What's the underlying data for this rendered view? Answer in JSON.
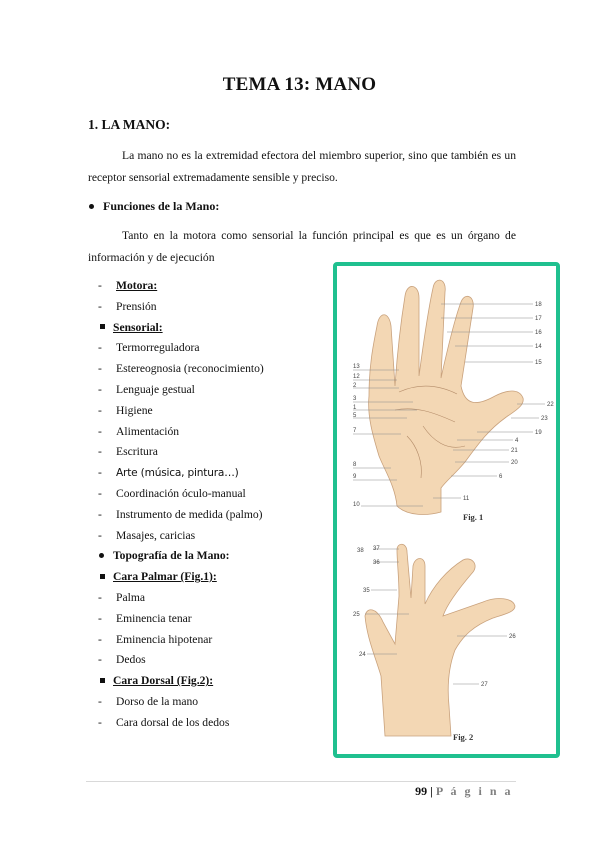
{
  "title": "TEMA 13: MANO",
  "section": "1.  LA MANO:",
  "intro": "La mano no es la extremidad efectora del miembro superior, sino que también es un receptor sensorial extremadamente sensible y preciso.",
  "funciones_head": "Funciones de la Mano:",
  "funciones_text": "Tanto en la motora como sensorial la función principal es que es un órgano de información y de ejecución",
  "items": [
    {
      "type": "dash-u",
      "text": "Motora:"
    },
    {
      "type": "dash",
      "text": "Prensión"
    },
    {
      "type": "sq-u",
      "text": "Sensorial:"
    },
    {
      "type": "dash",
      "text": "Termorreguladora"
    },
    {
      "type": "dash",
      "text": "Estereognosia (reconocimiento)"
    },
    {
      "type": "dash",
      "text": "Lenguaje gestual"
    },
    {
      "type": "dash",
      "text": "Higiene"
    },
    {
      "type": "dash",
      "text": "Alimentación"
    },
    {
      "type": "dash",
      "text": "Escritura"
    },
    {
      "type": "dash-cond",
      "text": "Arte (música, pintura…)"
    },
    {
      "type": "dash",
      "text": "Coordinación óculo-manual"
    },
    {
      "type": "dash",
      "text": "Instrumento de medida (palmo)"
    },
    {
      "type": "dash",
      "text": "Masajes, caricias"
    },
    {
      "type": "bullet-b",
      "text": "Topografía de la Mano:"
    },
    {
      "type": "sq-u",
      "text": "Cara Palmar (Fig.1):"
    },
    {
      "type": "dash",
      "text": "Palma"
    },
    {
      "type": "dash",
      "text": "Eminencia tenar"
    },
    {
      "type": "dash",
      "text": "Eminencia hipotenar"
    },
    {
      "type": "dash",
      "text": "Dedos"
    },
    {
      "type": "sq-u",
      "text": "Cara Dorsal (Fig.2):"
    },
    {
      "type": "dash",
      "text": "Dorso de la mano"
    },
    {
      "type": "dash",
      "text": "Cara dorsal de los dedos"
    }
  ],
  "figure": {
    "fig1_label": "Fig. 1",
    "fig2_label": "Fig. 2",
    "fig1_right_numbers": [
      "18",
      "17",
      "16",
      "14",
      "15",
      "22",
      "23",
      "19",
      "4",
      "21",
      "20",
      "6",
      "11"
    ],
    "fig1_left_numbers": [
      "13",
      "12",
      "2",
      "3",
      "1",
      "5",
      "7",
      "8",
      "9",
      "10"
    ],
    "fig2_numbers": [
      "38",
      "37",
      "36",
      "35",
      "25",
      "24",
      "26",
      "27"
    ],
    "accent_color": "#1fc08f",
    "skin_color": "#f3d7b4"
  },
  "footer": {
    "page": "99",
    "sep": "|",
    "label": "P á g i n a"
  }
}
